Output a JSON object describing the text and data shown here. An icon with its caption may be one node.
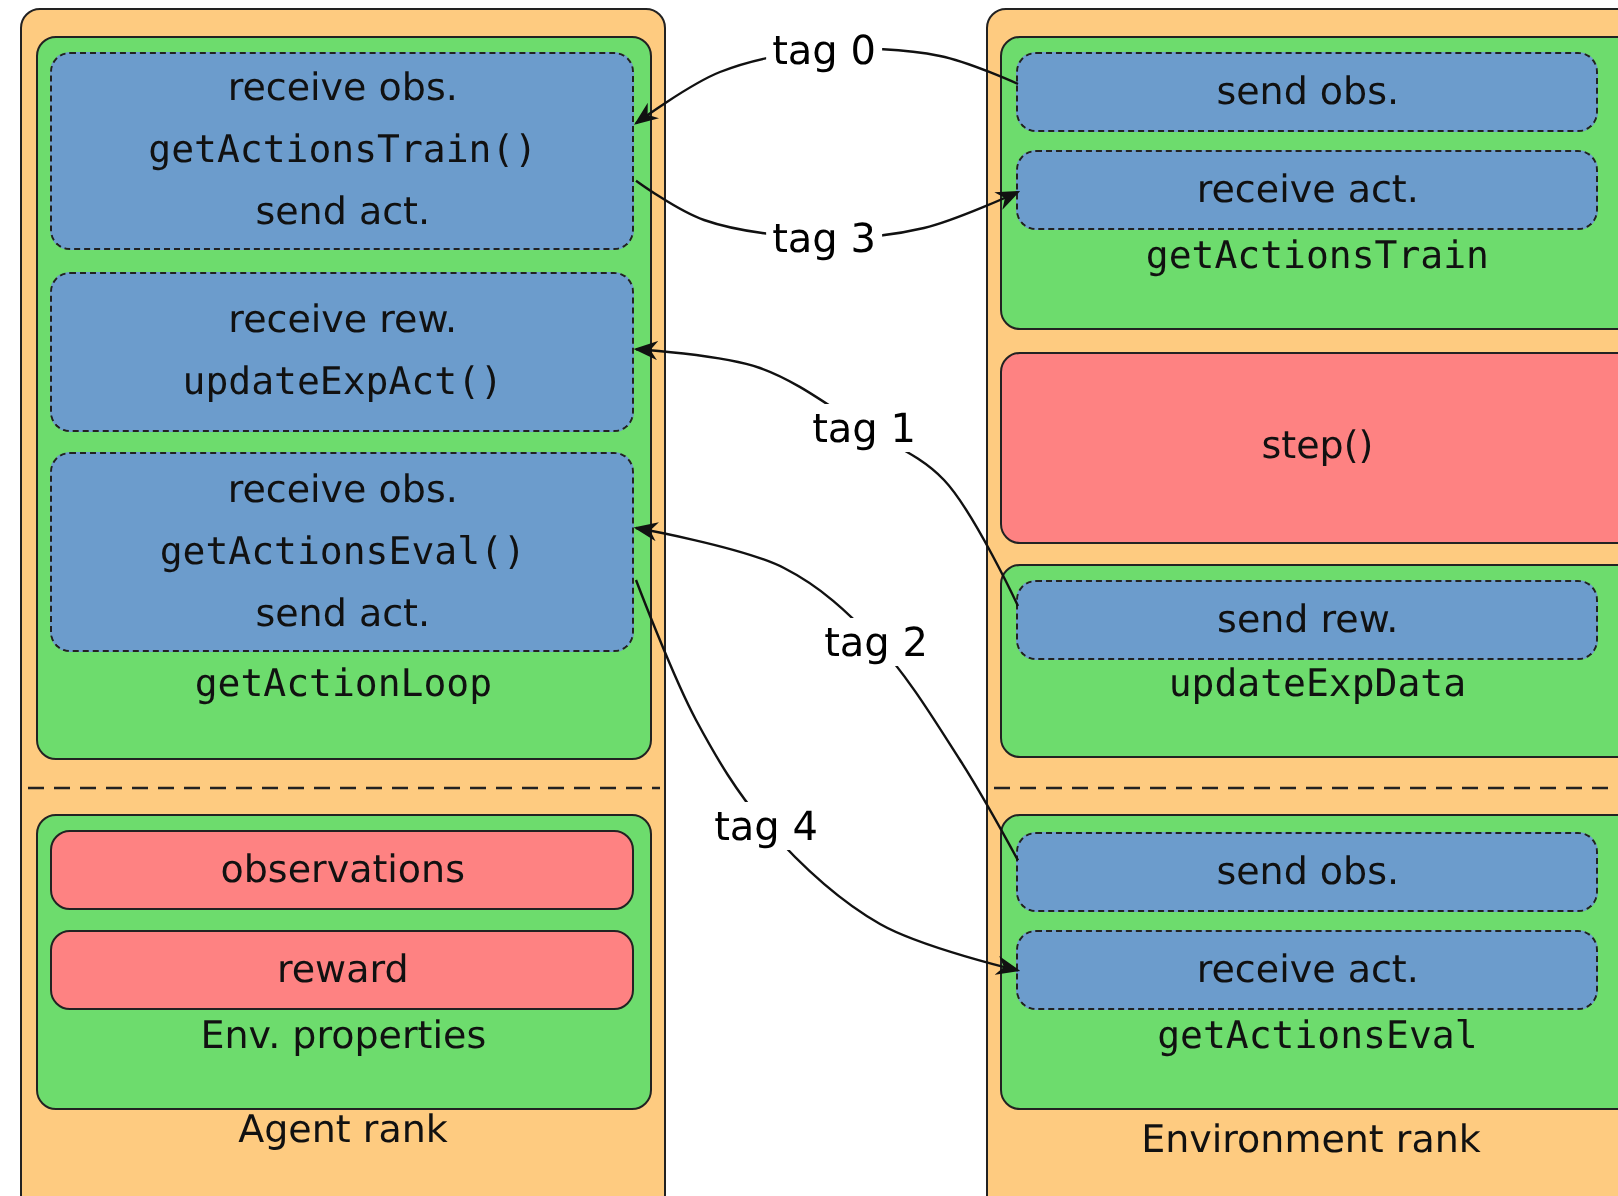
{
  "diagram": {
    "nodes": [
      {
        "text": [
          "Agent rank"
        ]
      },
      {
        "text": [
          "getActionLoop"
        ],
        "in": 0
      },
      {
        "text": [
          "receive obs.",
          "getActionsTrain()",
          "send act."
        ],
        "in": 1
      },
      {
        "text": [
          "receive rew.",
          "updateExpAct()"
        ],
        "in": 1
      },
      {
        "text": [
          "receive obs.",
          "getActionsEval()",
          "send act."
        ],
        "in": 1
      },
      {
        "text": [
          "Env. properties"
        ],
        "in": 0
      },
      {
        "text": [
          "observations"
        ],
        "in": 5
      },
      {
        "text": [
          "reward"
        ],
        "in": 5
      },
      {
        "text": [
          "Environment rank"
        ]
      },
      {
        "text": [
          "getActionsTrain"
        ],
        "in": 8
      },
      {
        "text": [
          "send obs."
        ],
        "in": 9
      },
      {
        "text": [
          "receive act."
        ],
        "in": 9
      },
      {
        "text": [
          "step()"
        ],
        "in": 8
      },
      {
        "text": [
          "updateExpData"
        ],
        "in": 8
      },
      {
        "text": [
          "send rew."
        ],
        "in": 13
      },
      {
        "text": [
          "getActionsEval"
        ],
        "in": 8
      },
      {
        "text": [
          "send obs."
        ],
        "in": 15
      },
      {
        "text": [
          "receive act."
        ],
        "in": 15
      }
    ],
    "edges": [
      {
        "from": 10,
        "to": 2,
        "arrow": "to",
        "label": "tag 0"
      },
      {
        "from": 2,
        "to": 11,
        "arrow": "to",
        "label": "tag 3"
      },
      {
        "from": 14,
        "to": 3,
        "arrow": "to",
        "label": "tag 1"
      },
      {
        "from": 16,
        "to": 4,
        "arrow": "to",
        "label": "tag 2"
      },
      {
        "from": 4,
        "to": 17,
        "arrow": "to",
        "label": "tag 4"
      }
    ]
  }
}
